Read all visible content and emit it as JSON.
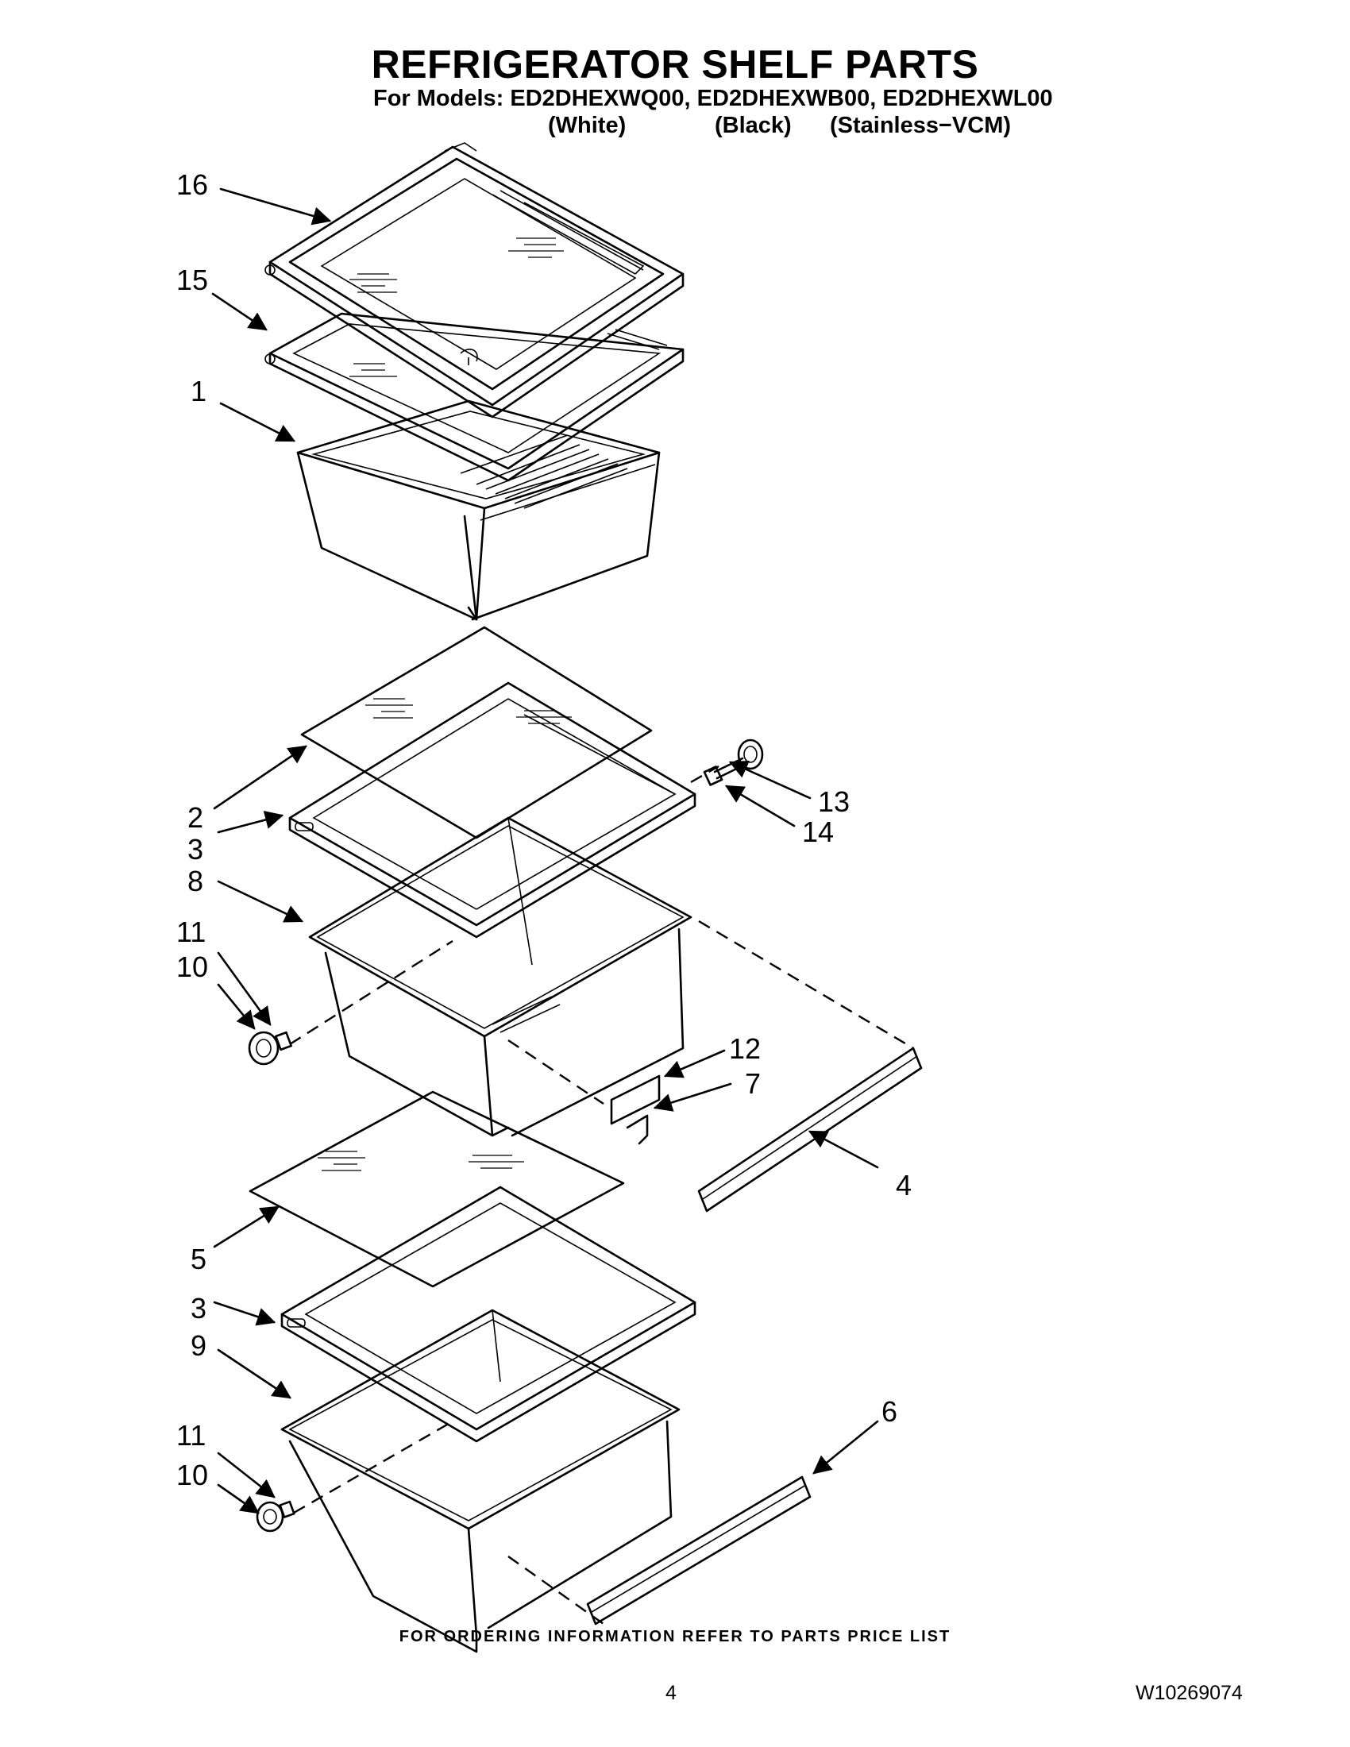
{
  "header": {
    "title": "REFRIGERATOR SHELF PARTS",
    "models_line": "For Models: ED2DHEXWQ00, ED2DHEXWB00, ED2DHEXWL00",
    "variants": [
      "(White)",
      "(Black)",
      "(Stainless−VCM)"
    ]
  },
  "callouts": [
    "16",
    "15",
    "1",
    "2",
    "3",
    "8",
    "11",
    "10",
    "13",
    "14",
    "12",
    "7",
    "4",
    "5",
    "3",
    "9",
    "11",
    "10",
    "6"
  ],
  "footer": {
    "ordering_note": "FOR ORDERING INFORMATION REFER TO PARTS PRICE LIST",
    "page_number": "4",
    "document_number": "W10269074"
  }
}
